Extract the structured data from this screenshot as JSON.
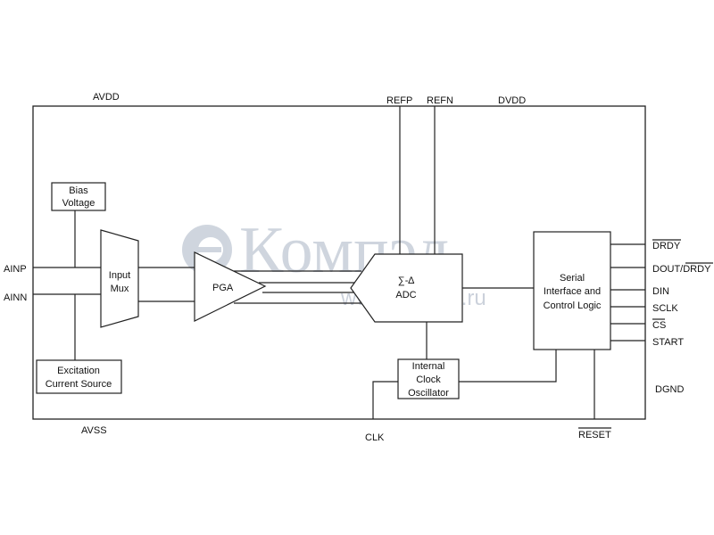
{
  "watermark": {
    "logo_text": "Компэл",
    "url": "www.compel.ru"
  },
  "pins": {
    "avdd": "AVDD",
    "avss": "AVSS",
    "refp": "REFP",
    "refn": "REFN",
    "dvdd": "DVDD",
    "ainp": "AINP",
    "ainn": "AINN",
    "clk": "CLK",
    "dgnd": "DGND",
    "reset": "RESET",
    "drdy": "DRDY",
    "dout_prefix": "DOUT/",
    "dout_suffix": "DRDY",
    "din": "DIN",
    "sclk": "SCLK",
    "cs": "CS",
    "start": "START"
  },
  "blocks": {
    "bias_line1": "Bias",
    "bias_line2": "Voltage",
    "excitation_line1": "Excitation",
    "excitation_line2": "Current Source",
    "input_mux_line1": "Input",
    "input_mux_line2": "Mux",
    "pga": "PGA",
    "adc_line1": "∑-∆",
    "adc_line2": "ADC",
    "serial_line1": "Serial",
    "serial_line2": "Interface and",
    "serial_line3": "Control Logic",
    "clock_line1": "Internal",
    "clock_line2": "Clock",
    "clock_line3": "Oscillator"
  }
}
